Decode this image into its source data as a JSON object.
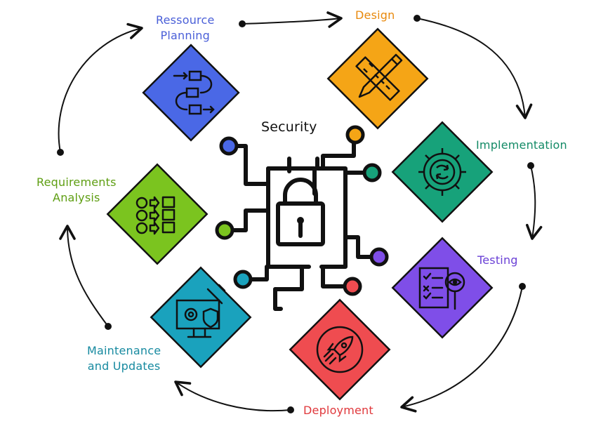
{
  "center": {
    "label": "Security"
  },
  "stages": [
    {
      "id": "resource-planning",
      "label_lines": [
        "Ressource",
        "Planning"
      ],
      "color": "#4a68e6",
      "icon": "flowchart-icon",
      "text_color": "#4a5fd8"
    },
    {
      "id": "design",
      "label_lines": [
        "Design"
      ],
      "color": "#f5a516",
      "icon": "ruler-pencil-icon",
      "text_color": "#e8890c"
    },
    {
      "id": "implementation",
      "label_lines": [
        "Implementation"
      ],
      "color": "#17a27a",
      "icon": "gear-cycle-icon",
      "text_color": "#138a66"
    },
    {
      "id": "testing",
      "label_lines": [
        "Testing"
      ],
      "color": "#7f4ee8",
      "icon": "checklist-eye-icon",
      "text_color": "#6a40d6"
    },
    {
      "id": "deployment",
      "label_lines": [
        "Deployment"
      ],
      "color": "#ef4c50",
      "icon": "rocket-icon",
      "text_color": "#e0383c"
    },
    {
      "id": "maintenance",
      "label_lines": [
        "Maintenance",
        "and Updates"
      ],
      "color": "#1aa2bd",
      "icon": "monitor-wrench-icon",
      "text_color": "#178aa0"
    },
    {
      "id": "requirements",
      "label_lines": [
        "Requirements",
        "Analysis"
      ],
      "color": "#7bc41f",
      "icon": "process-blocks-icon",
      "text_color": "#5e9e12"
    }
  ],
  "node_colors": {
    "top_left": "#4a68e6",
    "top_right": "#f5a516",
    "right_upper": "#17a27a",
    "right_lower": "#7f4ee8",
    "bottom_right": "#ef4c50",
    "bottom_left": "#1aa2bd",
    "left": "#7bc41f"
  },
  "stroke_color": "#111111"
}
